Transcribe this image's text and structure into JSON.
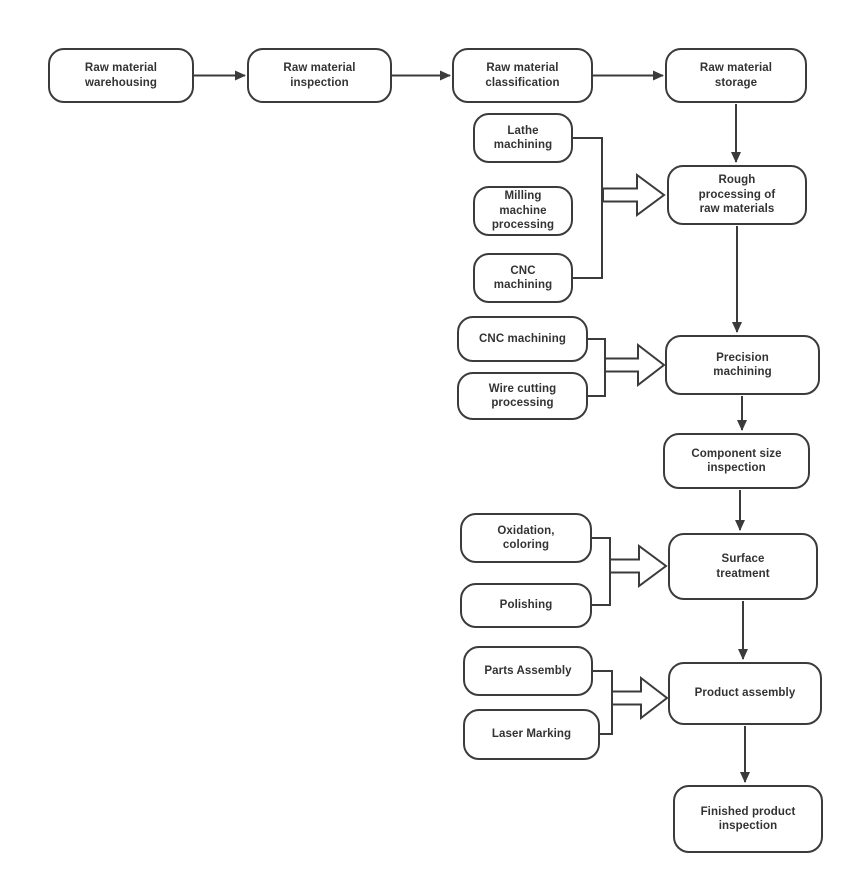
{
  "colors": {
    "stroke": "#3b3b3b",
    "text": "#333333",
    "background": "#ffffff"
  },
  "nodes": [
    {
      "id": "raw-material-warehousing",
      "label": "Raw material\nwarehousing"
    },
    {
      "id": "raw-material-inspection",
      "label": "Raw material\ninspection"
    },
    {
      "id": "raw-material-classification",
      "label": "Raw material\nclassification"
    },
    {
      "id": "raw-material-storage",
      "label": "Raw material\nstorage"
    },
    {
      "id": "lathe-machining",
      "label": "Lathe\nmachining"
    },
    {
      "id": "milling-machine-processing",
      "label": "Milling\nmachine\nprocessing"
    },
    {
      "id": "cnc-machining-rough",
      "label": "CNC\nmachining"
    },
    {
      "id": "rough-processing",
      "label": "Rough\nprocessing of\nraw materials"
    },
    {
      "id": "cnc-machining-precision",
      "label": "CNC machining"
    },
    {
      "id": "wire-cutting-processing",
      "label": "Wire cutting\nprocessing"
    },
    {
      "id": "precision-machining",
      "label": "Precision\nmachining"
    },
    {
      "id": "component-size-inspection",
      "label": "Component size\ninspection"
    },
    {
      "id": "oxidation-coloring",
      "label": "Oxidation,\ncoloring"
    },
    {
      "id": "polishing",
      "label": "Polishing"
    },
    {
      "id": "surface-treatment",
      "label": "Surface\ntreatment"
    },
    {
      "id": "parts-assembly",
      "label": "Parts Assembly"
    },
    {
      "id": "laser-marking",
      "label": "Laser Marking"
    },
    {
      "id": "product-assembly",
      "label": "Product assembly"
    },
    {
      "id": "finished-product-inspection",
      "label": "Finished product\ninspection"
    }
  ],
  "connections": [
    {
      "from": "raw-material-warehousing",
      "to": "raw-material-inspection",
      "type": "arrow"
    },
    {
      "from": "raw-material-inspection",
      "to": "raw-material-classification",
      "type": "arrow"
    },
    {
      "from": "raw-material-classification",
      "to": "raw-material-storage",
      "type": "arrow"
    },
    {
      "from": "raw-material-storage",
      "to": "rough-processing",
      "type": "arrow"
    },
    {
      "from": "lathe-machining",
      "to": "rough-processing",
      "type": "bracket-block-arrow"
    },
    {
      "from": "milling-machine-processing",
      "to": "rough-processing",
      "type": "bracket-block-arrow"
    },
    {
      "from": "cnc-machining-rough",
      "to": "rough-processing",
      "type": "bracket-block-arrow"
    },
    {
      "from": "rough-processing",
      "to": "precision-machining",
      "type": "arrow"
    },
    {
      "from": "cnc-machining-precision",
      "to": "precision-machining",
      "type": "bracket-block-arrow"
    },
    {
      "from": "wire-cutting-processing",
      "to": "precision-machining",
      "type": "bracket-block-arrow"
    },
    {
      "from": "precision-machining",
      "to": "component-size-inspection",
      "type": "arrow"
    },
    {
      "from": "component-size-inspection",
      "to": "surface-treatment",
      "type": "arrow"
    },
    {
      "from": "oxidation-coloring",
      "to": "surface-treatment",
      "type": "bracket-block-arrow"
    },
    {
      "from": "polishing",
      "to": "surface-treatment",
      "type": "bracket-block-arrow"
    },
    {
      "from": "surface-treatment",
      "to": "product-assembly",
      "type": "arrow"
    },
    {
      "from": "parts-assembly",
      "to": "product-assembly",
      "type": "bracket-block-arrow"
    },
    {
      "from": "laser-marking",
      "to": "product-assembly",
      "type": "bracket-block-arrow"
    },
    {
      "from": "product-assembly",
      "to": "finished-product-inspection",
      "type": "arrow"
    }
  ]
}
